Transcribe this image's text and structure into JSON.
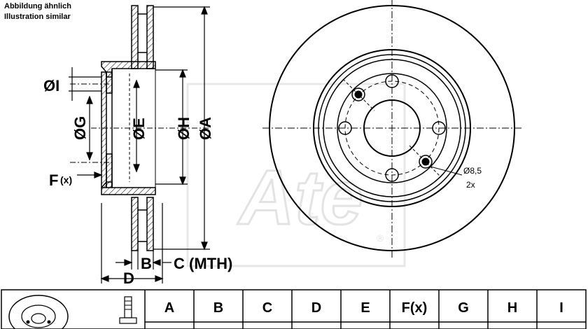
{
  "captions": {
    "line1": "Abbildung ähnlich",
    "line2": "Illustration similar"
  },
  "dimension_labels": {
    "phi_I": "ØI",
    "phi_G": "ØG",
    "phi_E": "ØE",
    "phi_H": "ØH",
    "phi_A": "ØA",
    "F_main": "F",
    "F_sub": "(x)",
    "B": "B",
    "C_MTH": "C (MTH)",
    "D": "D"
  },
  "hole_note": {
    "diameter": "Ø8,5",
    "count": "2x"
  },
  "watermark": {
    "brand": "Ate",
    "mark": "®"
  },
  "table": {
    "headers": [
      "A",
      "B",
      "C",
      "D",
      "E",
      "F(x)",
      "G",
      "H",
      "I"
    ]
  },
  "colors": {
    "line": "#000000",
    "hatch": "#000000",
    "watermark": "#d0d0d0",
    "background": "#ffffff"
  },
  "icons": [
    "brake-disc-icon",
    "wheel-bolt-icon"
  ]
}
